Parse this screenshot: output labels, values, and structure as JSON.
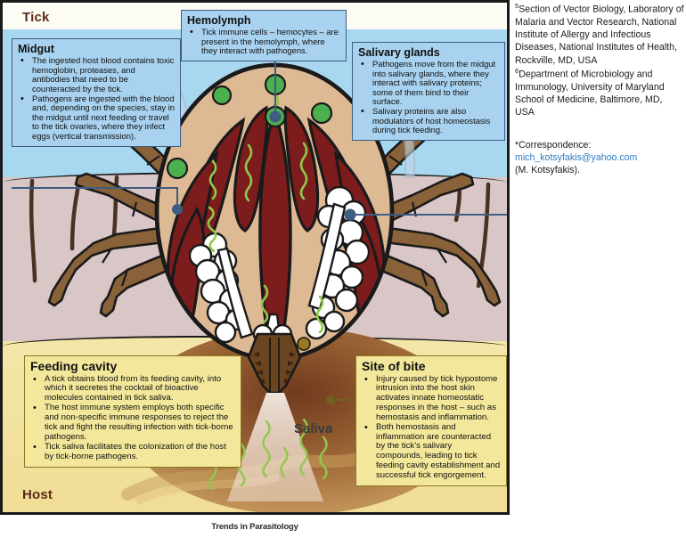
{
  "figure": {
    "region_labels": {
      "tick": "Tick",
      "host": "Host",
      "saliva": "Saliva"
    },
    "callouts": [
      {
        "id": "midgut",
        "title": "Midgut",
        "bullets": [
          "The ingested host blood contains toxic hemoglobin, proteases, and antibodies that need to be counteracted by the tick.",
          "Pathogens are ingested with the blood and, depending on the species, stay in the midgut until next feeding or travel to the tick ovaries, where they infect eggs (vertical transmission)."
        ]
      },
      {
        "id": "hemolymph",
        "title": "Hemolymph",
        "bullets": [
          "Tick immune cells – hemocytes – are present in the hemolymph, where they interact with pathogens."
        ]
      },
      {
        "id": "salivary-glands",
        "title": "Salivary glands",
        "bullets": [
          "Pathogens move from the midgut into salivary glands, where they interact with salivary proteins; some of them bind to their surface.",
          "Salivary proteins are also modulators of host homeostasis during tick feeding."
        ]
      },
      {
        "id": "feeding-cavity",
        "title": "Feeding cavity",
        "bullets": [
          "A tick obtains blood from its feeding cavity, into which it secretes the cocktail of bioactive molecules contained in tick saliva.",
          "The host immune system employs both specific and non-specific immune responses to reject the tick and fight the resulting infection with tick-borne pathogens.",
          "Tick saliva facilitates the colonization of the host by tick-borne pathogens."
        ]
      },
      {
        "id": "site-of-bite",
        "title": "Site of bite",
        "bullets": [
          "Injury caused by tick hypostome intrusion into the host skin activates innate homeostatic responses in the host – such as hemostasis and inflammation.",
          "Both hemostasis and inflammation are counteracted by the tick’s salivary compounds, leading to tick feeding cavity establishment and successful tick engorgement."
        ]
      }
    ],
    "colors": {
      "sky": "#a8d7f0",
      "epidermis": "#d9c6c6",
      "dermis": "#f3e7a8",
      "midgut": "#7d1c1c",
      "hemolymph": "#ddb994",
      "salivary_gland": "#ffffff",
      "leg": "#8a6239",
      "pathogen": "#8fc94b",
      "hemocyte": "#4cb050",
      "callout_blue": "#a8d2ef",
      "callout_yellow": "#f2e79a",
      "label_brown": "#5c2b17",
      "link_blue": "#2f7bbf"
    }
  },
  "right_column": {
    "affiliations": [
      {
        "superscript": "5",
        "text": "Section of Vector Biology, Laboratory of Malaria and Vector Research, National Institute of Allergy and Infectious Diseases, National Institutes of Health, Rockville, MD, USA"
      },
      {
        "superscript": "6",
        "text": "Department of Microbiology and Immunology, University of Maryland School of Medicine, Baltimore, MD, USA"
      }
    ],
    "correspondence": {
      "label": "*Correspondence:",
      "email": "mich_kotsyfakis@yahoo.com",
      "author": "(M. Kotsyfakis)."
    }
  },
  "footer": {
    "journal": "Trends in Parasitology"
  }
}
